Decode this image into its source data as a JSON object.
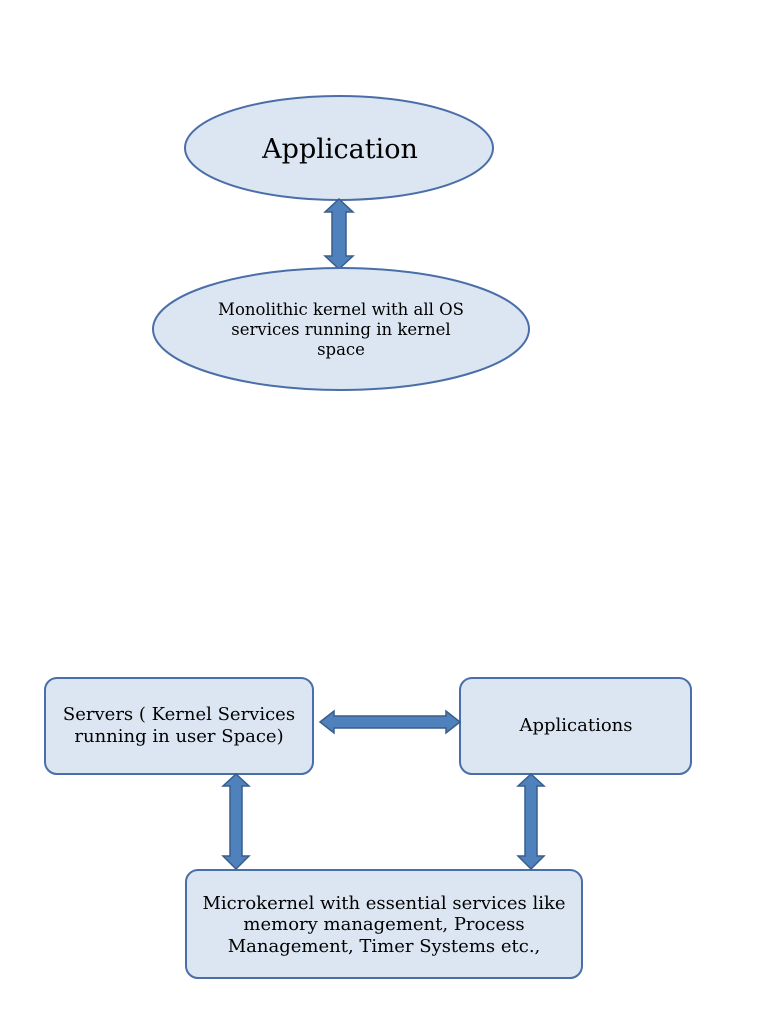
{
  "colors": {
    "node_fill": "#dce6f2",
    "node_stroke": "#4a6ea8",
    "arrow_fill": "#4f81bd",
    "arrow_stroke": "#385d8a",
    "text": "#000000"
  },
  "monolithic": {
    "application_label": "Application",
    "kernel_label": "Monolithic kernel with all OS services running in kernel space"
  },
  "microkernel": {
    "servers_label": "Servers ( Kernel Services running in user Space)",
    "applications_label": "Applications",
    "kernel_label": "Microkernel with essential services like memory management, Process Management, Timer Systems etc.,"
  }
}
